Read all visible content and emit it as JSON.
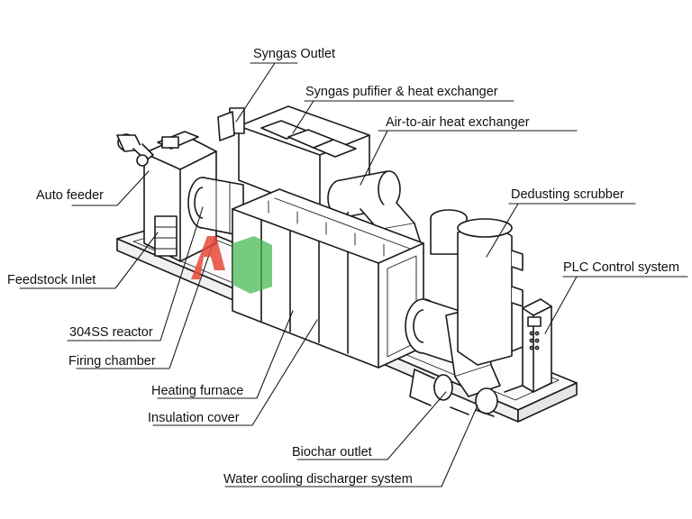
{
  "labels": {
    "syngas_outlet": "Syngas Outlet",
    "syngas_purifier": "Syngas pufifier & heat exchanger",
    "air_to_air": "Air-to-air heat exchanger",
    "auto_feeder": "Auto feeder",
    "dedusting_scrubber": "Dedusting scrubber",
    "plc_control": "PLC Control system",
    "feedstock_inlet": "Feedstock Inlet",
    "reactor": "304SS reactor",
    "firing_chamber": "Firing chamber",
    "heating_furnace": "Heating furnace",
    "insulation_cover": "Insulation cover",
    "biochar_outlet": "Biochar outlet",
    "water_cooling": "Water cooling discharger system"
  },
  "colors": {
    "line": "#1a1a1a",
    "logo_red": "#e8463a",
    "logo_green": "#3db54a",
    "watermark": "#8a9cc8"
  }
}
